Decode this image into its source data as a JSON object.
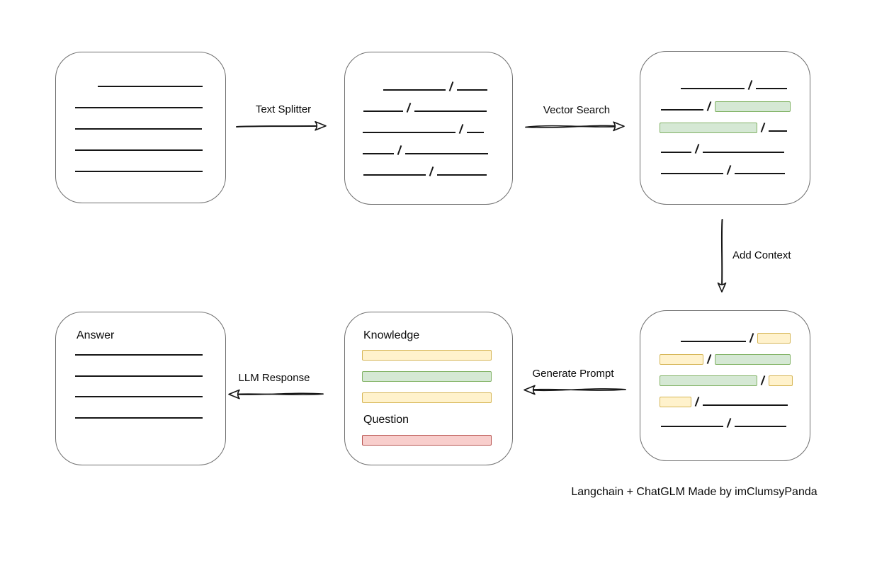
{
  "caption": "Langchain + ChatGLM Made by imClumsyPanda",
  "arrows": {
    "text_splitter": "Text Splitter",
    "vector_search": "Vector Search",
    "add_context": "Add Context",
    "generate_prompt": "Generate Prompt",
    "llm_response": "LLM Response"
  },
  "colors": {
    "line": "#161616",
    "box_border": "#6e6e6e",
    "green_fill": "#d5e8d4",
    "green_border": "#82b366",
    "yellow_fill": "#fff2cc",
    "yellow_border": "#d6b656",
    "red_fill": "#f8cecc",
    "red_border": "#b85450"
  },
  "boxes": {
    "document": {
      "rows": [
        {
          "indent": 32,
          "segments": [
            {
              "t": "line",
              "w": 148
            }
          ]
        },
        {
          "indent": 0,
          "segments": [
            {
              "t": "line",
              "w": 180
            }
          ]
        },
        {
          "indent": 0,
          "segments": [
            {
              "t": "line",
              "w": 179
            }
          ]
        },
        {
          "indent": 0,
          "segments": [
            {
              "t": "line",
              "w": 180
            }
          ]
        },
        {
          "indent": 0,
          "segments": [
            {
              "t": "line",
              "w": 180
            }
          ]
        }
      ]
    },
    "chunks": {
      "rows": [
        {
          "indent": 29,
          "segments": [
            {
              "t": "line",
              "w": 88
            },
            {
              "t": "line",
              "w": 43
            }
          ]
        },
        {
          "indent": 1,
          "segments": [
            {
              "t": "line",
              "w": 56
            },
            {
              "t": "line",
              "w": 102
            }
          ]
        },
        {
          "indent": 0,
          "segments": [
            {
              "t": "line",
              "w": 131
            },
            {
              "t": "line",
              "w": 24
            }
          ]
        },
        {
          "indent": 0,
          "segments": [
            {
              "t": "line",
              "w": 44
            },
            {
              "t": "line",
              "w": 117
            }
          ]
        },
        {
          "indent": 1,
          "segments": [
            {
              "t": "line",
              "w": 88
            },
            {
              "t": "line",
              "w": 70
            }
          ]
        }
      ]
    },
    "search_results": {
      "rows": [
        {
          "indent": 30,
          "segments": [
            {
              "t": "line",
              "w": 90
            },
            {
              "t": "line",
              "w": 44
            }
          ]
        },
        {
          "indent": 2,
          "segments": [
            {
              "t": "line",
              "w": 60
            },
            {
              "t": "green",
              "w": 107
            }
          ]
        },
        {
          "indent": 0,
          "segments": [
            {
              "t": "green",
              "w": 138
            },
            {
              "t": "line",
              "w": 26
            }
          ]
        },
        {
          "indent": 2,
          "segments": [
            {
              "t": "line",
              "w": 43
            },
            {
              "t": "line",
              "w": 115
            }
          ]
        },
        {
          "indent": 2,
          "segments": [
            {
              "t": "line",
              "w": 88
            },
            {
              "t": "line",
              "w": 71
            }
          ]
        }
      ]
    },
    "context": {
      "rows": [
        {
          "indent": 30,
          "segments": [
            {
              "t": "line",
              "w": 92
            },
            {
              "t": "yellow",
              "w": 47
            }
          ]
        },
        {
          "indent": 0,
          "segments": [
            {
              "t": "yellow",
              "w": 62
            },
            {
              "t": "green",
              "w": 107
            }
          ]
        },
        {
          "indent": 0,
          "segments": [
            {
              "t": "green",
              "w": 138
            },
            {
              "t": "yellow",
              "w": 34
            }
          ]
        },
        {
          "indent": 0,
          "segments": [
            {
              "t": "yellow",
              "w": 45
            },
            {
              "t": "line",
              "w": 120
            }
          ]
        },
        {
          "indent": 2,
          "segments": [
            {
              "t": "line",
              "w": 88
            },
            {
              "t": "line",
              "w": 73
            }
          ]
        }
      ]
    },
    "prompt": {
      "knowledge_label": "Knowledge",
      "question_label": "Question",
      "knowledge_rows": [
        {
          "indent": 0,
          "segments": [
            {
              "t": "yellow",
              "w": 183
            }
          ]
        },
        {
          "indent": 0,
          "segments": [
            {
              "t": "green",
              "w": 183
            }
          ]
        },
        {
          "indent": 0,
          "segments": [
            {
              "t": "yellow",
              "w": 183
            }
          ]
        }
      ],
      "question_rows": [
        {
          "indent": 0,
          "segments": [
            {
              "t": "red",
              "w": 183
            }
          ]
        }
      ]
    },
    "answer": {
      "label": "Answer",
      "rows": [
        {
          "indent": 0,
          "segments": [
            {
              "t": "line",
              "w": 180
            }
          ]
        },
        {
          "indent": 0,
          "segments": [
            {
              "t": "line",
              "w": 180
            }
          ]
        },
        {
          "indent": 0,
          "segments": [
            {
              "t": "line",
              "w": 180
            }
          ]
        },
        {
          "indent": 0,
          "segments": [
            {
              "t": "line",
              "w": 180
            }
          ]
        }
      ]
    }
  }
}
